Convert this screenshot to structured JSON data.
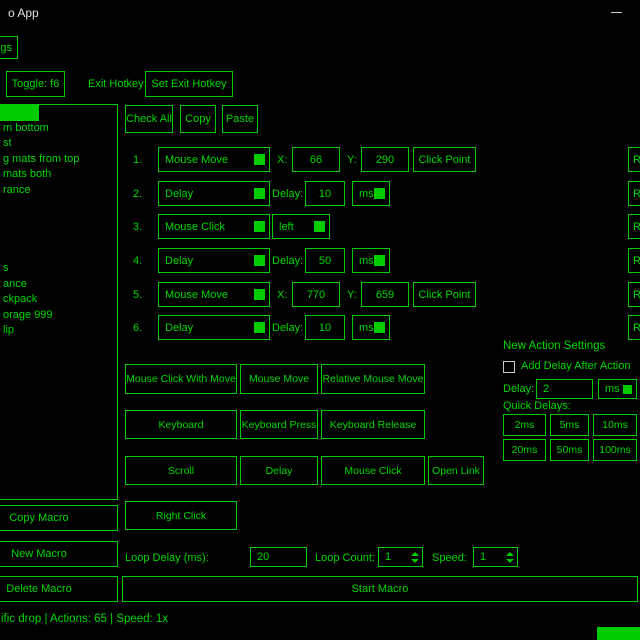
{
  "window": {
    "title": "o App",
    "minimize_icon": "—"
  },
  "menu": {
    "settings_tab": "gs"
  },
  "hotkeys": {
    "toggle": "Toggle: f6",
    "exit_label": "Exit Hotkey:",
    "set_exit": "Set Exit Hotkey"
  },
  "macro_list": {
    "items": [
      "",
      "m bottom",
      "st",
      "g mats from top",
      "mats both",
      "rance",
      "",
      "",
      "",
      "",
      "s",
      "ance",
      "ckpack",
      "orage 999",
      "lip"
    ]
  },
  "actions_toolbar": {
    "check_all": "Check All",
    "copy": "Copy",
    "paste": "Paste"
  },
  "action_rows": [
    {
      "num": "1.",
      "type": "Mouse Move",
      "x_label": "X:",
      "x": "66",
      "y_label": "Y:",
      "y": "290",
      "click_point": "Click Point",
      "remove": "R"
    },
    {
      "num": "2.",
      "type": "Delay",
      "delay_label": "Delay:",
      "delay": "10",
      "unit": "ms",
      "remove": "R"
    },
    {
      "num": "3.",
      "type": "Mouse Click",
      "button": "left",
      "remove": "R"
    },
    {
      "num": "4.",
      "type": "Delay",
      "delay_label": "Delay:",
      "delay": "50",
      "unit": "ms",
      "remove": "R"
    },
    {
      "num": "5.",
      "type": "Mouse Move",
      "x_label": "X:",
      "x": "770",
      "y_label": "Y:",
      "y": "659",
      "click_point": "Click Point",
      "remove": "R"
    },
    {
      "num": "6.",
      "type": "Delay",
      "delay_label": "Delay:",
      "delay": "10",
      "unit": "ms",
      "remove": "R"
    }
  ],
  "new_action_buttons": [
    "Mouse Click With Move",
    "Mouse Move",
    "Relative Mouse Move",
    "Keyboard",
    "Keyboard Press",
    "Keyboard Release",
    "Scroll",
    "Delay",
    "Mouse Click",
    "Open Link",
    "Right Click"
  ],
  "new_action_settings": {
    "title": "New Action Settings",
    "add_delay_label": "Add Delay After Action",
    "add_delay_checked": false,
    "delay_label": "Delay:",
    "delay_value": "2",
    "delay_unit": "ms",
    "quick_delays_label": "Quick Delays:",
    "quick_delays": [
      "2ms",
      "5ms",
      "10ms",
      "20ms",
      "50ms",
      "100ms"
    ]
  },
  "macro_buttons": {
    "copy": "Copy Macro",
    "new": "New Macro",
    "delete": "Delete Macro"
  },
  "loop_controls": {
    "loop_delay_label": "Loop Delay (ms):",
    "loop_delay_value": "20",
    "loop_count_label": "Loop Count:",
    "loop_count_value": "1",
    "speed_label": "Speed:",
    "speed_value": "1"
  },
  "start_button": "Start Macro",
  "status_bar": {
    "text": "ific drop | Actions: 65 | Speed: 1x"
  },
  "colors": {
    "accent_green": "#00cc00",
    "background": "#000000",
    "title_text": "#e0e0e0"
  }
}
